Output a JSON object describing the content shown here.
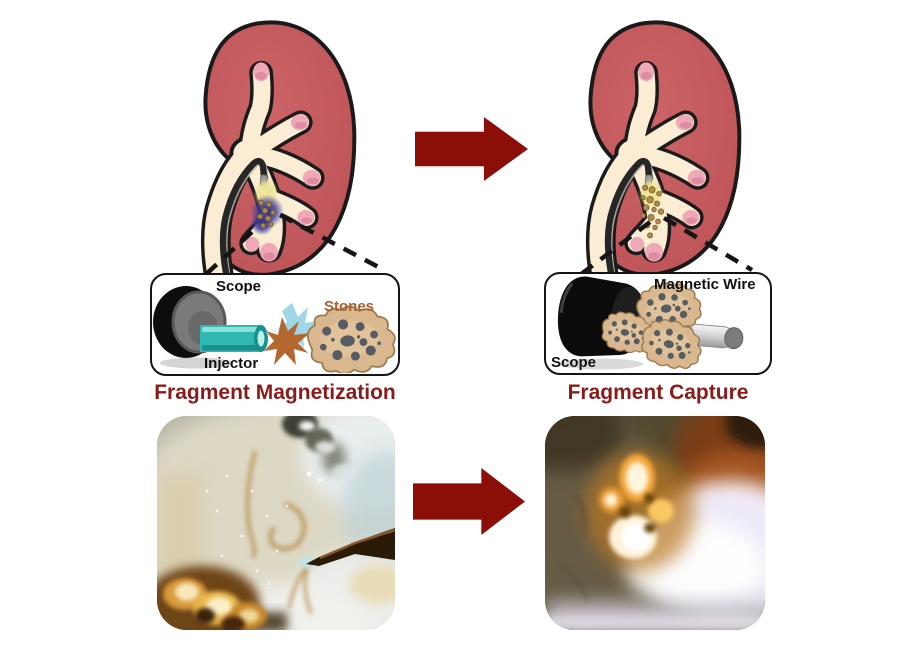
{
  "figure": {
    "kind": "kidney-stone-retrieval-schematic",
    "panels": {
      "magnetization": {
        "caption": "Fragment Magnetization",
        "labels": {
          "scope": "Scope",
          "injector": "Injector",
          "stones": "Stones"
        }
      },
      "capture": {
        "caption": "Fragment Capture",
        "labels": {
          "magnetic_wire": "Magnetic Wire",
          "scope": "Scope"
        }
      }
    },
    "colors": {
      "arrow_red": "#8C0E08",
      "caption_red": "#8B1A1A",
      "kidney_red": "#C4585C",
      "kidney_outline": "#1A1A1A",
      "pelvis_cream": "#FAEDD4",
      "papilla_pink": "#EFA9B6",
      "injector_teal": "#2FB7B2",
      "spray_blue": "#9FD6E8",
      "spray_brown": "#B56732",
      "stone_tan": "#D9B88F",
      "stone_spot_gray": "#575C62",
      "stones_label_brown": "#A5612F",
      "magnetized_cloud_purple": "#34307F",
      "wire_gray": "#C9C9C9"
    }
  }
}
